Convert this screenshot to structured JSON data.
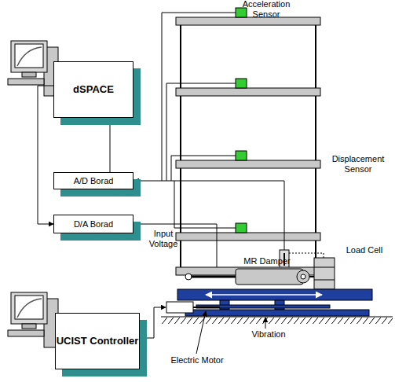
{
  "diagram": {
    "nodes": [
      {
        "text": [
          "dSPACE"
        ]
      },
      {
        "text": [
          "A/D Borad"
        ]
      },
      {
        "text": [
          "D/A Borad"
        ]
      },
      {
        "text": [
          "UCIST Controller"
        ]
      }
    ],
    "edges": [
      {
        "from": 1,
        "to": 0,
        "arrow": "to"
      },
      {
        "from": 0,
        "to": 2,
        "arrow": "to"
      }
    ],
    "labels": [
      "Acceleration Sensor",
      "Displacement Sensor",
      "Input Voltage",
      "MR Damper",
      "Load Cell",
      "Vibration",
      "Electric Motor"
    ]
  }
}
